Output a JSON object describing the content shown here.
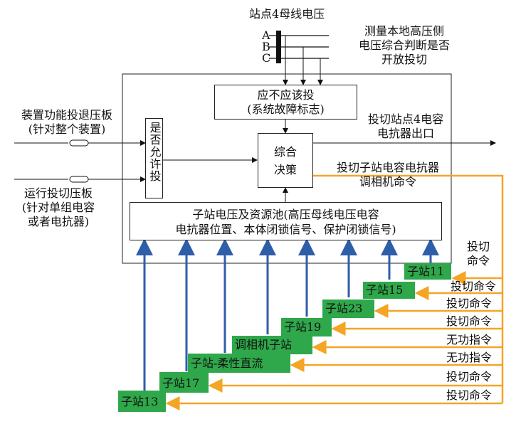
{
  "title": "站点4母线电压",
  "bus_labels": [
    "A",
    "B",
    "C"
  ],
  "measure_note": [
    "测量本地高压侧",
    "电压综合判断是否",
    "开放投切"
  ],
  "fault_box": [
    "应不应该投",
    "(系统故障标志)"
  ],
  "decision_box": [
    "综合",
    "决策"
  ],
  "allow_box": "是否允许投",
  "device_plate": [
    "装置功能投退压板",
    "(针对整个装置)"
  ],
  "run_plate": [
    "运行投切压板",
    "(针对单组电容",
    "或者电抗器)"
  ],
  "output_top": [
    "投切站点4电容",
    "电抗器出口"
  ],
  "output_sub": [
    "投切子站电容电抗器",
    "调相机命令"
  ],
  "pool_box": [
    "子站电压及资源池(高压母线电压电容",
    "电抗器位置、本体闭锁信号、保护闭锁信号)"
  ],
  "substations": [
    "子站11",
    "子站15",
    "子站23",
    "子站19",
    "调相机子站",
    "子站-柔性直流",
    "子站17",
    "子站13"
  ],
  "commands": [
    "投切\n命令",
    "投切命令",
    "投切命令",
    "投切命令",
    "无功指令",
    "无功指令",
    "投切命令",
    "投切命令"
  ],
  "colors": {
    "command_line": "#f4a524",
    "signal_line": "#2f5ea8",
    "station_fill": "#2ea84a"
  }
}
